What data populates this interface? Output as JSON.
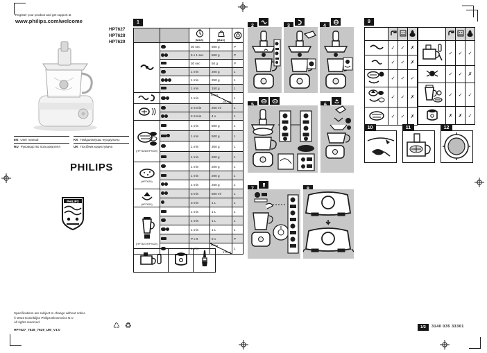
{
  "page": {
    "header_line": "Register your product and get support at",
    "url": "www.philips.com/welcome",
    "models": [
      "HP7627",
      "HP7628",
      "HP7629"
    ],
    "brand": "PHILIPS",
    "languages": [
      {
        "code": "EN",
        "label": "User manual"
      },
      {
        "code": "RU",
        "label": "Руководство пользователя"
      },
      {
        "code": "KK",
        "label": "Пайдаланушы нұсқаулығы"
      },
      {
        "code": "UK",
        "label": "Посібник користувача"
      }
    ],
    "footer": {
      "line1": "Specifications are subject to change without notice",
      "line2": "© 2013 Koninklijke Philips Electronics N.V.",
      "line3": "All rights reserved.",
      "doc_code": "HP7627_7628_7629_UM_V1.0",
      "recycle_symbols": "♺ ♻",
      "page_badge": "1/2",
      "doc_number": "3140 035 33301"
    },
    "colors": {
      "panel_gray": "#c7c7c7",
      "badge_black": "#161616",
      "row_gray": "#dedede"
    }
  },
  "table1": {
    "badge": "1",
    "header": {
      "time_note": "(MAX)",
      "amount_note": "(MAX)",
      "icons": [
        "clock-icon",
        "scale-icon",
        "speed-dial-icon"
      ]
    },
    "sections": [
      {
        "tool": "blade-icon",
        "label": "",
        "rows": [
          {
            "food": "meat-icon",
            "time": "30 sec",
            "amount": "500 g",
            "speed": "P"
          },
          {
            "food": "onion-icon",
            "time": "5 x 1 sec",
            "amount": "500 g",
            "speed": "P"
          },
          {
            "food": "herbs-icon",
            "time": "30 sec",
            "amount": "50 g",
            "speed": "P"
          },
          {
            "food": "cheese-icon",
            "time": "1 min",
            "amount": "200 g",
            "speed": "1"
          },
          {
            "food": "nuts-icon",
            "time": "1 min",
            "amount": "250 g",
            "speed": "1"
          },
          {
            "food": "chocolate-icon",
            "time": "1 min",
            "amount": "150 g",
            "speed": "1"
          }
        ]
      },
      {
        "tool": "blade-and-dough-icon",
        "label": "",
        "rows": [
          {
            "food": "flour-icon",
            "time": "1 min",
            "amount": "500 g",
            "amount2": "250 ml",
            "speed": "1",
            "split": true
          }
        ]
      },
      {
        "tool": "emulsifying-disc-icon",
        "label": "",
        "rows": [
          {
            "food": "cream-icon",
            "time": "2-3 min",
            "amount": "250 ml",
            "speed": "1"
          },
          {
            "food": "egg-icon",
            "time": "2-3 min",
            "amount": "4 x",
            "speed": "1"
          }
        ]
      },
      {
        "tool": "slicing-shredding-discs-icon",
        "label": "(HP7628/HP7629)",
        "rows": [
          {
            "food": "carrot-icon",
            "time": "1 min",
            "amount": "500 g",
            "speed": "1"
          },
          {
            "food": "cucumber-icon",
            "time": "1 min",
            "amount": "500 g",
            "speed": "1"
          },
          {
            "food": "potato-icon",
            "time": "1 min",
            "amount": "300 g",
            "speed": "1"
          },
          {
            "food": "cheese-icon",
            "time": "1 min",
            "amount": "200 g",
            "speed": "1"
          }
        ]
      },
      {
        "tool": "granulating-disc-icon",
        "label": "(HP7629)",
        "rows": [
          {
            "food": "parmesan-icon",
            "time": "1 min",
            "amount": "200 g",
            "speed": "1"
          },
          {
            "food": "chocolate-icon",
            "time": "1 min",
            "amount": "200 g",
            "speed": "1"
          },
          {
            "food": "nuts-icon",
            "time": "1 min",
            "amount": "250 g",
            "speed": "1"
          }
        ]
      },
      {
        "tool": "citrus-press-icon",
        "label": "(HP7629)",
        "rows": [
          {
            "food": "citrus-icon",
            "time": "3 min",
            "amount": "500 ml",
            "speed": "1"
          },
          {
            "food": "orange-icon",
            "time": "3 min",
            "amount": "1 L",
            "speed": "1"
          }
        ]
      },
      {
        "tool": "blender-icon",
        "label": "(HP7627/HP7629)",
        "rows": [
          {
            "food": "smoothie-icon",
            "time": "1 min",
            "amount": "1 L",
            "speed": "1"
          },
          {
            "food": "milkshake-icon",
            "time": "1 min",
            "amount": "1 L",
            "speed": "1"
          },
          {
            "food": "soup-icon",
            "time": "1 min",
            "amount": "1 L",
            "speed": "1"
          },
          {
            "food": "ice-icon",
            "time": "P x 9",
            "amount": "9 x",
            "speed": "P"
          },
          {
            "food": "batter-icon",
            "time": "1 min",
            "amount": "250 g",
            "amount2": "375 ml",
            "speed": "1",
            "split": true
          }
        ]
      }
    ],
    "bottom_strip": [
      "processor-accessories-icon",
      "motor-unit-icon",
      "cleaning-brush-icon"
    ]
  },
  "panels": {
    "p2": {
      "number": "2",
      "accessory": "blade-icon"
    },
    "p3": {
      "number": "3",
      "accessory": "kneading-accessory-icon"
    },
    "p4": {
      "number": "4",
      "accessory": "emulsifying-disc-icon"
    },
    "p5": {
      "number": "5",
      "accessories": [
        "slicing-disc-icon",
        "shredding-disc-icon"
      ]
    },
    "p6": {
      "number": "6",
      "accessory": "citrus-press-icon"
    },
    "p7": {
      "number": "7",
      "accessory": "blender-icon"
    },
    "p8": {
      "number": "8"
    },
    "p9": {
      "number": "9"
    },
    "p10": {
      "number": "10"
    },
    "p11": {
      "number": "11"
    },
    "p12": {
      "number": "12"
    }
  },
  "cleaning": {
    "columns": [
      "tap-water-icon",
      "dishwasher-icon",
      "brush-icon"
    ],
    "left_rows": [
      {
        "part": "blade-unit-icon",
        "marks": [
          "✓",
          "✓",
          "✗"
        ]
      },
      {
        "part": "kneading-accessory-icon",
        "marks": [
          "✓",
          "✓",
          "✗"
        ]
      },
      {
        "part": "discs-emulsifying-icon",
        "marks": [
          "✓",
          "✓",
          "✓"
        ]
      },
      {
        "part": "citrus-press-icon",
        "marks": [
          "✓",
          "✓",
          "✗"
        ]
      },
      {
        "part": "slicing-disc-icon",
        "marks": [
          "✓",
          "✓",
          "✗"
        ]
      }
    ],
    "right_rows": [
      {
        "part": "bowl-lid-pusher-icon",
        "marks": [
          "✓",
          "✓",
          "✓"
        ]
      },
      {
        "part": "tool-holder-icon",
        "marks": [
          "✓",
          "✓",
          "✗"
        ]
      },
      {
        "part": "blender-jar-set-icon",
        "marks": [
          "✓",
          "✓",
          "✓"
        ]
      },
      {
        "part": "motor-unit-icon",
        "marks": [
          "✗",
          "✗",
          "✓"
        ]
      }
    ]
  }
}
